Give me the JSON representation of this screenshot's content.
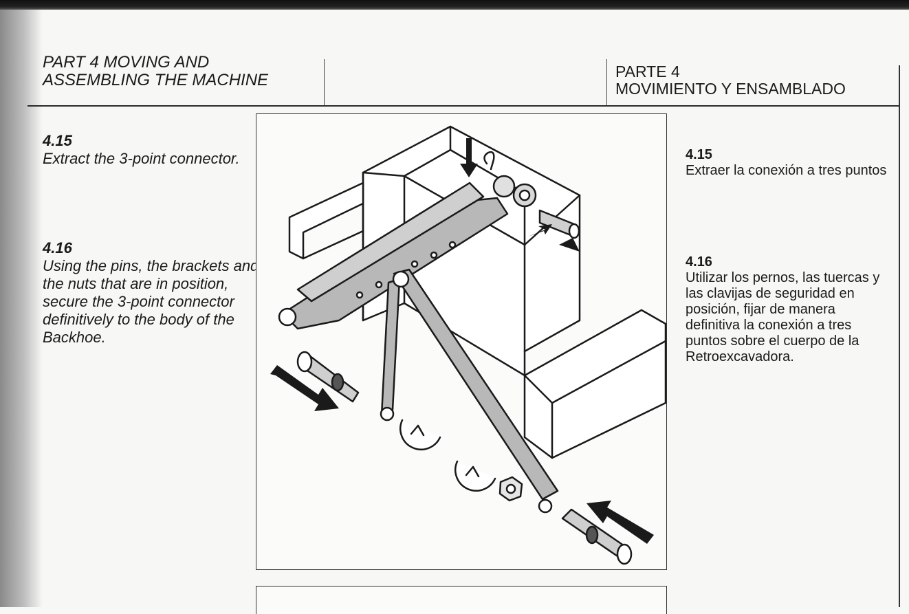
{
  "header": {
    "left_line1": "PART 4 MOVING AND",
    "left_line2": "ASSEMBLING  THE MACHINE",
    "right_line1": "PARTE 4",
    "right_line2": "MOVIMIENTO Y ENSAMBLADO"
  },
  "english": {
    "step1": {
      "number": "4.15",
      "text": "Extract the 3-point connector."
    },
    "step2": {
      "number": "4.16",
      "text": "Using the pins, the brackets and the nuts that are in position, secure the 3-point connector definitively to the body of the Backhoe."
    }
  },
  "spanish": {
    "step1": {
      "number": "4.15",
      "text": "Extraer la conexión a tres puntos"
    },
    "step2": {
      "number": "4.16",
      "text": "Utilizar los pernos, las tuercas y las clavijas de seguridad en posición, fijar de manera definitiva la conexión a tres puntos sobre el cuerpo de la Retroexcavadora."
    }
  },
  "colors": {
    "ink": "#1a1a1a",
    "paper": "#f7f7f5",
    "scan_edge": "#8a8a8a"
  }
}
